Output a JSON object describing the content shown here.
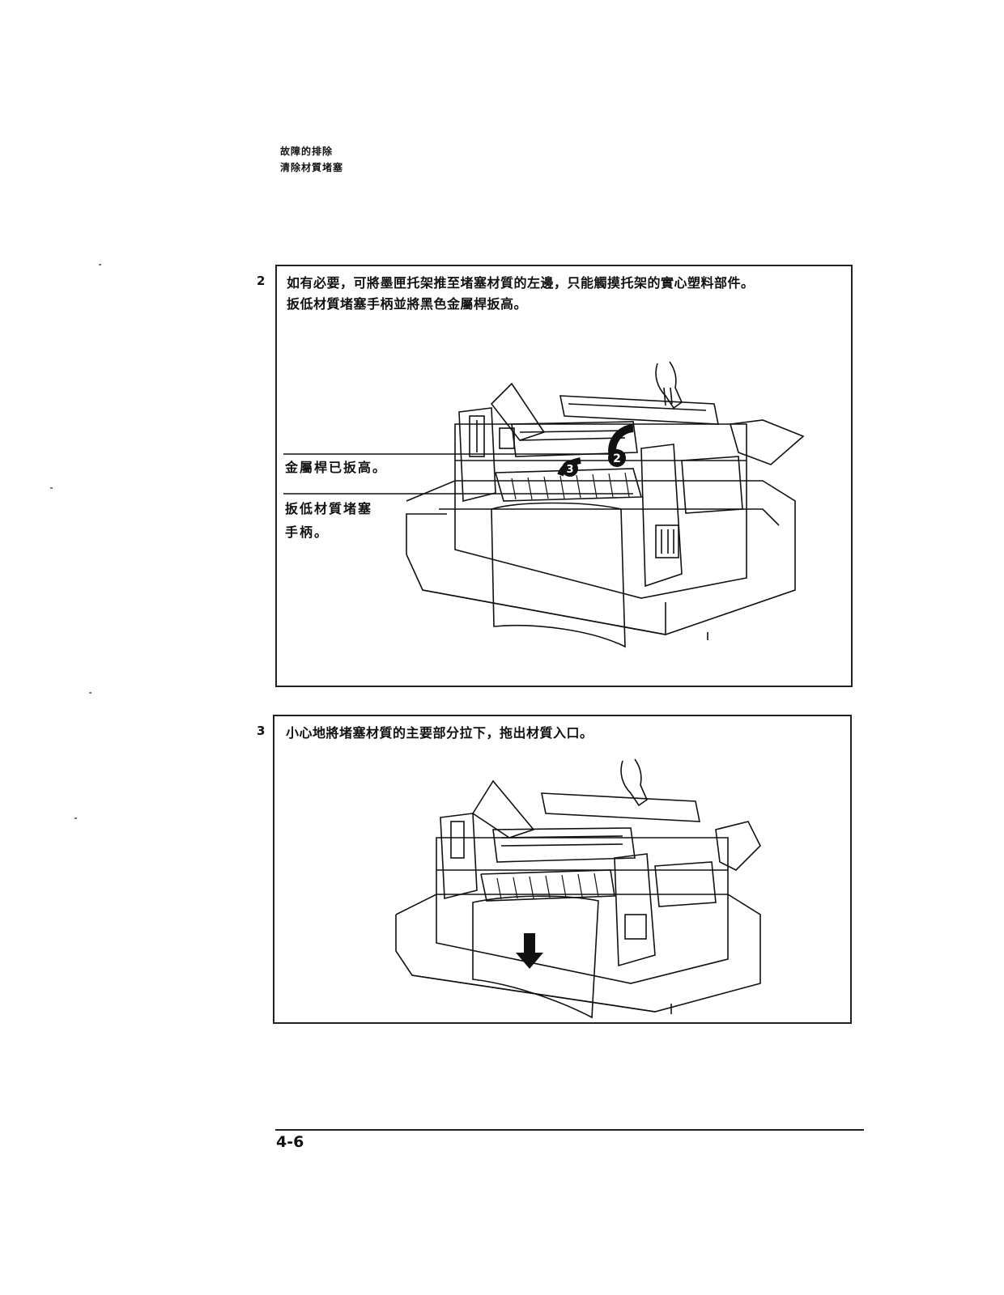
{
  "header": {
    "chapter": "故障的排除",
    "section": "清除材質堵塞"
  },
  "steps": [
    {
      "number": "2",
      "lines": [
        "如有必要，可將墨匣托架推至堵塞材質的左邊，只能觸摸托架的實心塑料部件。",
        "扳低材質堵塞手柄並將黑色金屬桿扳高。"
      ],
      "callouts": [
        {
          "line1": "金屬桿已扳高。"
        },
        {
          "line1": "扳低材質堵塞",
          "line2": "手柄。"
        }
      ],
      "markers": [
        "2",
        "3"
      ]
    },
    {
      "number": "3",
      "lines": [
        "小心地將堵塞材質的主要部分拉下，拖出材質入口。"
      ]
    }
  ],
  "footer": {
    "page_number": "4-6"
  }
}
